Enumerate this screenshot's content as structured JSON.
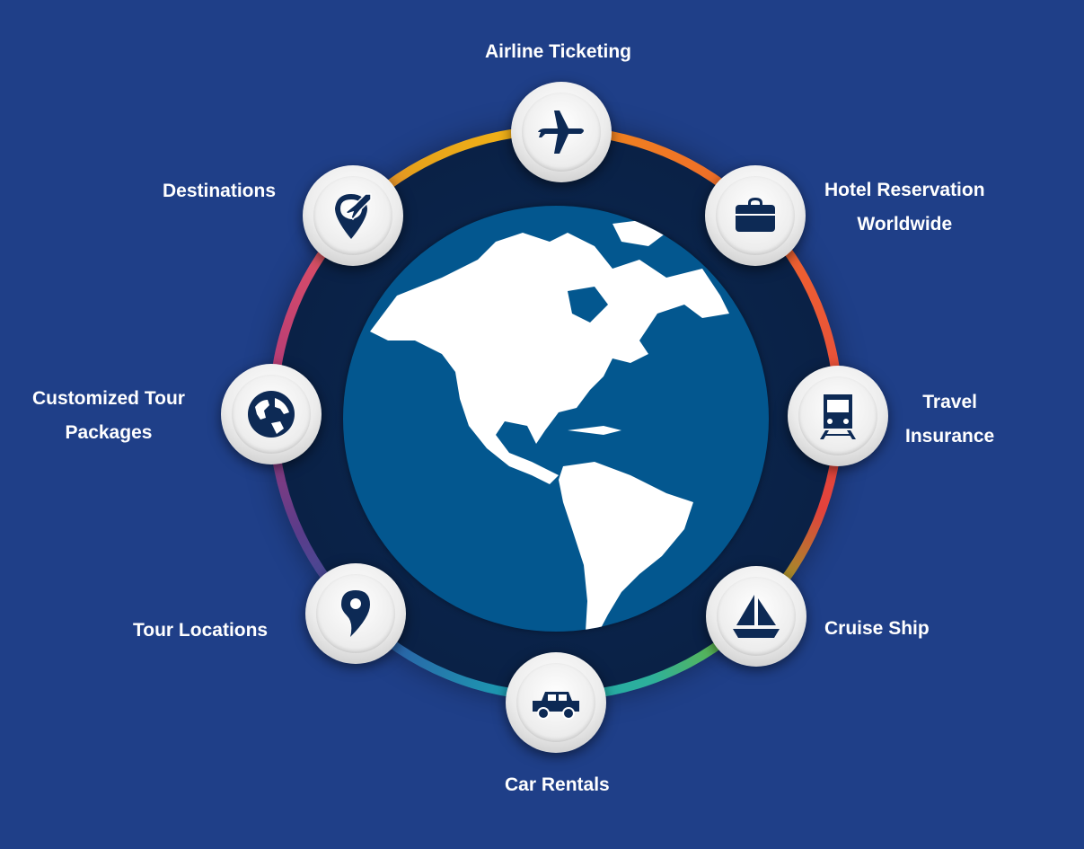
{
  "title": "Travel services",
  "center": {
    "image": "globe-americas"
  },
  "services": [
    {
      "id": "airline",
      "label_lines": [
        "Airline Ticketing"
      ],
      "icon": "airplane-icon"
    },
    {
      "id": "hotel",
      "label_lines": [
        "Hotel Reservation",
        "Worldwide"
      ],
      "icon": "briefcase-icon"
    },
    {
      "id": "insurance",
      "label_lines": [
        "Travel",
        "Insurance"
      ],
      "icon": "train-icon"
    },
    {
      "id": "cruise",
      "label_lines": [
        "Cruise Ship"
      ],
      "icon": "sailboat-icon"
    },
    {
      "id": "car",
      "label_lines": [
        "Car Rentals"
      ],
      "icon": "car-icon"
    },
    {
      "id": "tour-locations",
      "label_lines": [
        "Tour Locations"
      ],
      "icon": "map-pin-icon"
    },
    {
      "id": "tour-packages",
      "label_lines": [
        "Customized Tour",
        "Packages"
      ],
      "icon": "globe-icon"
    },
    {
      "id": "destinations",
      "label_lines": [
        "Destinations"
      ],
      "icon": "location-plane-icon"
    }
  ]
}
